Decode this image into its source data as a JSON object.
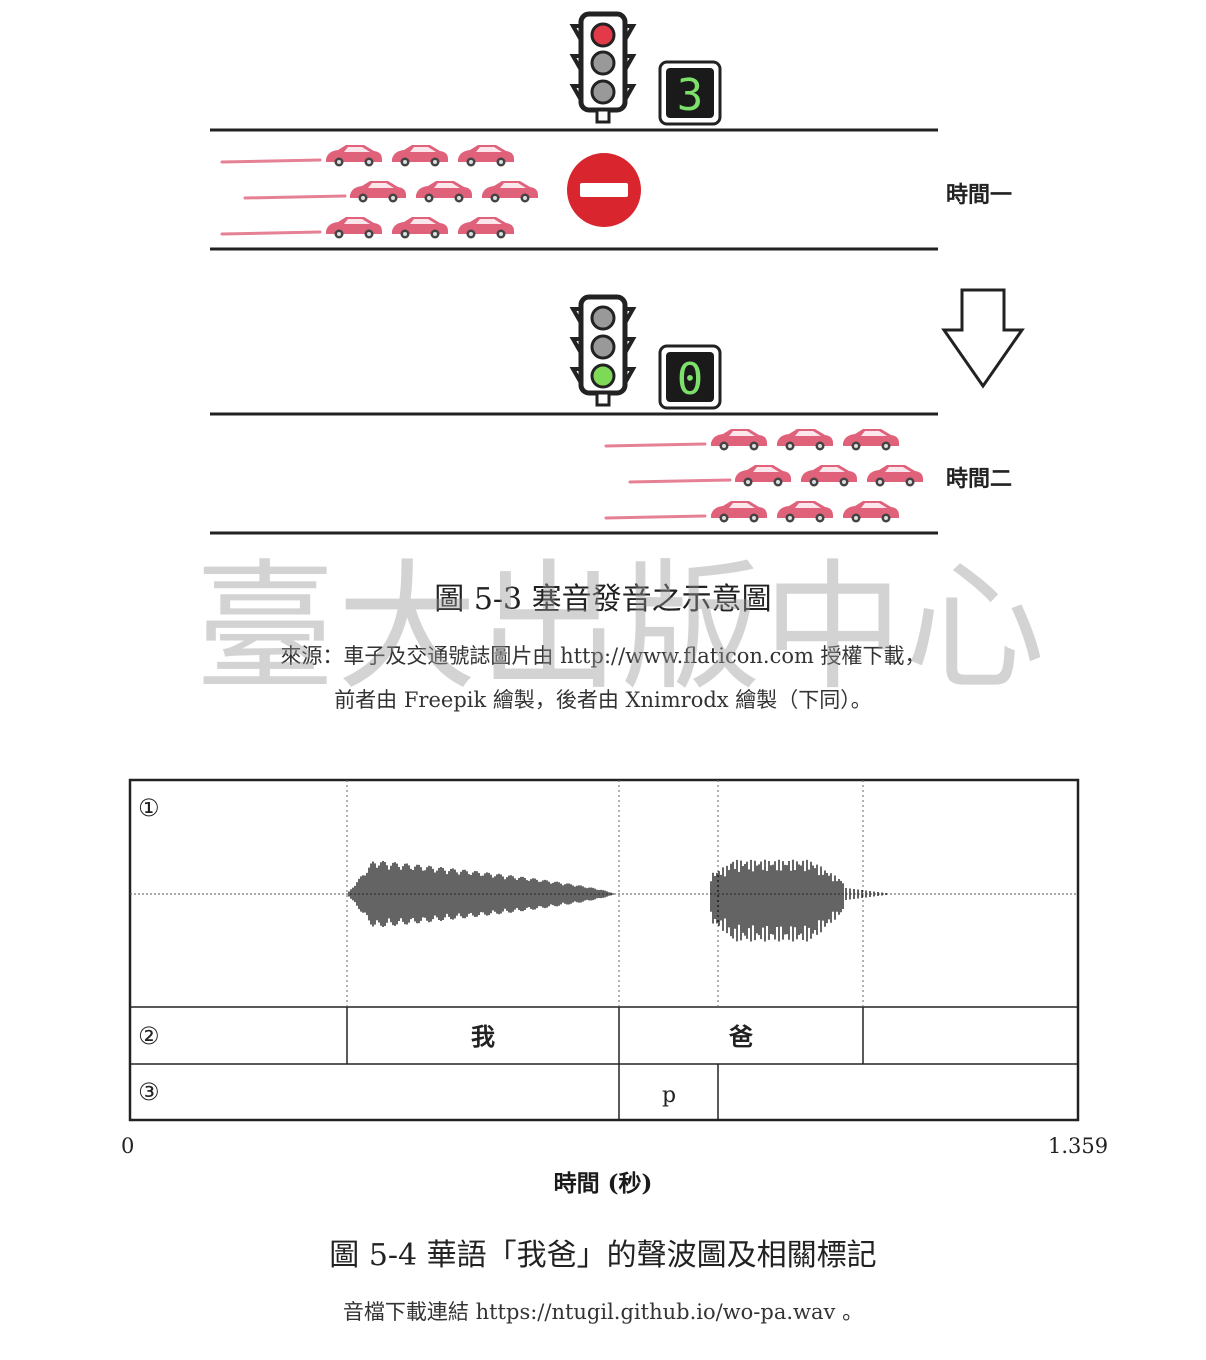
{
  "figure_5_3": {
    "time1_label": "時間一",
    "time2_label": "時間二",
    "countdown_time1": "3",
    "countdown_time2": "0",
    "caption": "圖 5-3 塞音發音之示意圖",
    "source_line1": "來源：車子及交通號誌圖片由 http://www.flaticon.com 授權下載，",
    "source_line2": "前者由 Freepik 繪製，後者由 Xnimrodx 繪製（下同）。",
    "colors": {
      "car": "#e0617a",
      "light_red": "#e23a48",
      "light_green": "#7ed957",
      "no_entry": "#d9262e",
      "digit": "#7de06a"
    },
    "icons": [
      "traffic-light-icon",
      "countdown-display-icon",
      "car-icon",
      "no-entry-icon",
      "down-arrow-icon"
    ]
  },
  "watermark": "臺大出版中心",
  "figure_5_4": {
    "tier_markers": [
      "①",
      "②",
      "③"
    ],
    "words": [
      "我",
      "爸"
    ],
    "segment": "p",
    "x_start": "0",
    "x_end": "1.359",
    "xlabel": "時間 (秒)",
    "caption": "圖 5-4 華語「我爸」的聲波圖及相關標記",
    "audio_note": "音檔下載連結  https://ntugil.github.io/wo-pa.wav 。"
  }
}
